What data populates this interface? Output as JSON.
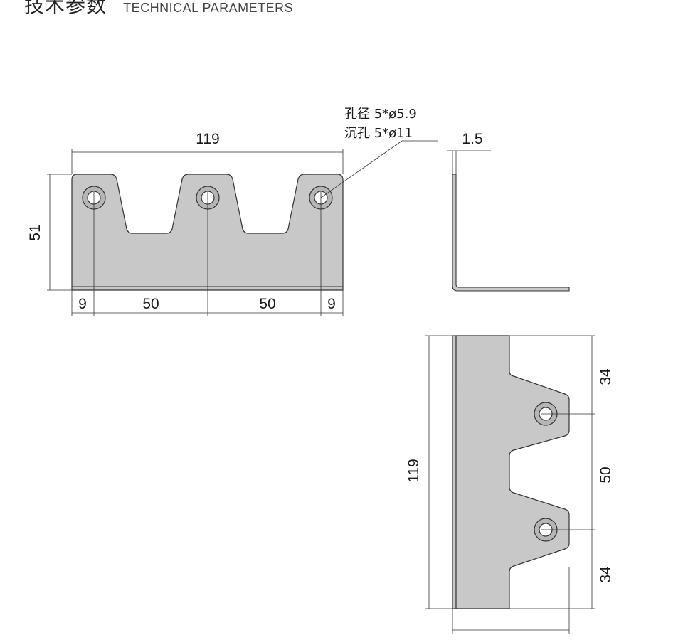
{
  "header": {
    "title_cn": "技术参数",
    "title_en": "TECHNICAL PARAMETERS"
  },
  "front_view": {
    "width": "119",
    "height": "51",
    "hole_spacing": [
      "9",
      "50",
      "50",
      "9"
    ],
    "hole_note_line1": "孔径 5*ø5.9",
    "hole_note_line2": "沉孔 5*ø11"
  },
  "side_view": {
    "thickness": "1.5"
  },
  "top_view": {
    "length": "119",
    "spacing": [
      "34",
      "50",
      "34"
    ]
  },
  "colors": {
    "plate_fill": "#c8c8c8",
    "line": "#333333",
    "hole_ring": "#9a9a9a"
  }
}
